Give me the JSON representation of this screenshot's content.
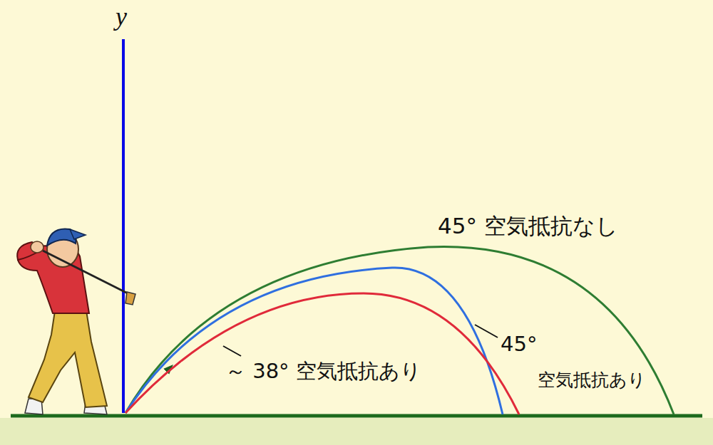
{
  "diagram": {
    "labels": [
      "y",
      "45° 空気抵抗なし",
      "～ 38° 空気抵抗あり",
      "45°",
      "空気抵抗あり"
    ]
  }
}
